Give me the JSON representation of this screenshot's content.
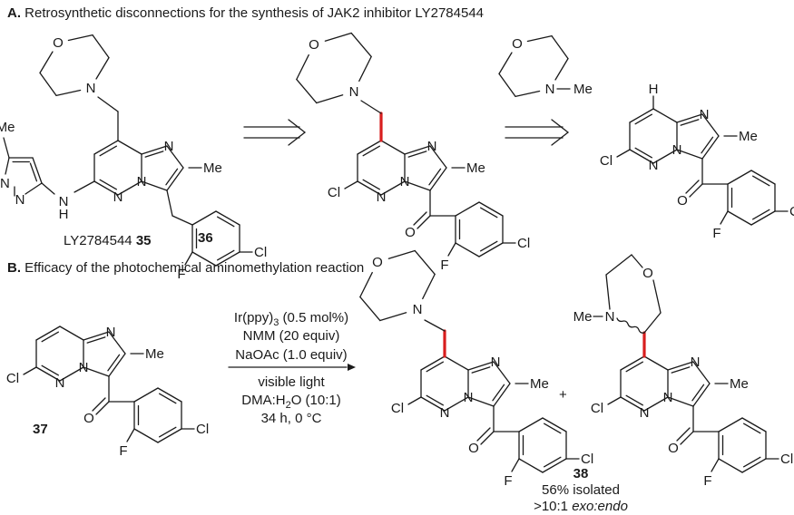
{
  "panel_a": {
    "letter": "A.",
    "title": "Retrosynthetic disconnections for the synthesis of JAK2 inhibitor LY2784544",
    "compound_35_name": "LY2784544",
    "compound_35_num": "35",
    "compound_36_num": "36"
  },
  "panel_b": {
    "letter": "B.",
    "title": "Efficacy of the photochemical aminomethylation reaction",
    "compound_37_num": "37",
    "compound_38_num": "38",
    "conditions": [
      "Ir(ppy)",
      "NMM (20 equiv)",
      "NaOAc (1.0 equiv)",
      "visible light",
      "DMA:H",
      "34 h, 0 °C"
    ],
    "catalyst_sub": "3",
    "catalyst_load": " (0.5 mol%)",
    "solvent_sub": "2",
    "solvent_rest": "O (10:1)",
    "plus": "+",
    "yield": "56% isolated",
    "selectivity_prefix": ">10:1 ",
    "selectivity_term": "exo:endo"
  },
  "atoms": {
    "O": "O",
    "N": "N",
    "H": "H",
    "HN": "HN",
    "Cl": "Cl",
    "F": "F",
    "Me": "Me"
  },
  "colors": {
    "highlight_bond": "#d81e1e",
    "text": "#1a1a1a"
  }
}
